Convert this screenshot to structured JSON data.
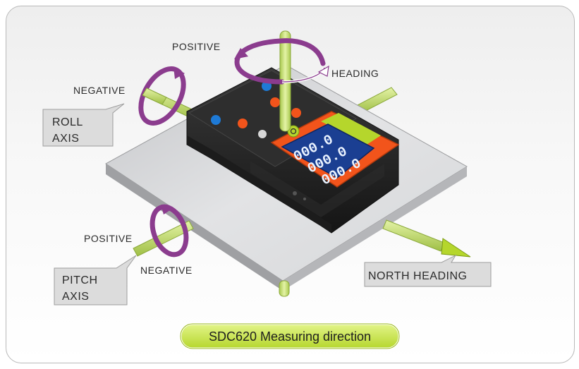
{
  "labels": {
    "heading_positive": "POSITIVE",
    "heading": "HEADING",
    "roll_negative": "NEGATIVE",
    "roll_axis_line1": "ROLL",
    "roll_axis_line2": "AXIS",
    "pitch_positive": "POSITIVE",
    "pitch_negative": "NEGATIVE",
    "pitch_axis_line1": "PITCH",
    "pitch_axis_line2": "AXIS",
    "north_heading": "NORTH HEADING"
  },
  "device": {
    "display_rows": [
      "000.0",
      "000.0",
      "000.0"
    ]
  },
  "caption": "SDC620 Measuring direction",
  "colors": {
    "axis_green": "#cfe684",
    "arrow_purple": "#8b3c8e",
    "device_orange": "#f2541b",
    "device_body": "#262626",
    "display_blue": "#1b3f92",
    "caption_green": "#c7e635",
    "plate": "#cfd0d2"
  }
}
